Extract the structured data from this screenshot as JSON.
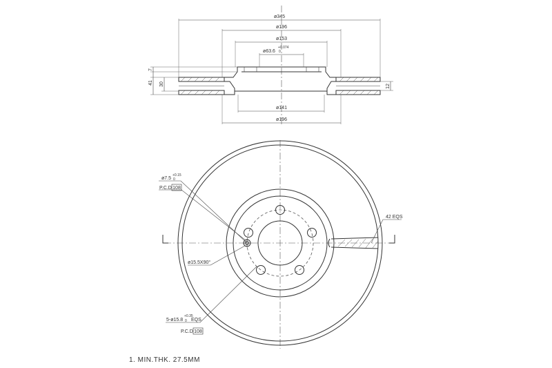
{
  "side_view": {
    "dims": {
      "d345": "ø345",
      "d196_top": "ø196",
      "d153": "ø153",
      "d63": "ø63.6",
      "d63_tol_upper": "+0.074",
      "d63_tol_lower": "0",
      "d141": "ø141",
      "d196_bottom": "ø196",
      "h7": "7",
      "h41": "41",
      "h30": "30",
      "h12": "12"
    }
  },
  "front_view": {
    "labels": {
      "hole_dia": "ø7.5",
      "hole_tol_upper": "+0.15",
      "hole_tol_lower": "0",
      "pcd_top_prefix": "P.C.D",
      "pcd_top_value": "108",
      "countersink": "ø15.5X90°",
      "vanes": "42 EQS",
      "bolt_prefix": "5-ø15.8",
      "bolt_tol_upper": "+0.35",
      "bolt_tol_lower": "0",
      "bolt_suffix": "EQS",
      "pcd_bottom_prefix": "P.C.D",
      "pcd_bottom_value": "108"
    }
  },
  "note": "1. MIN.THK. 27.5MM"
}
